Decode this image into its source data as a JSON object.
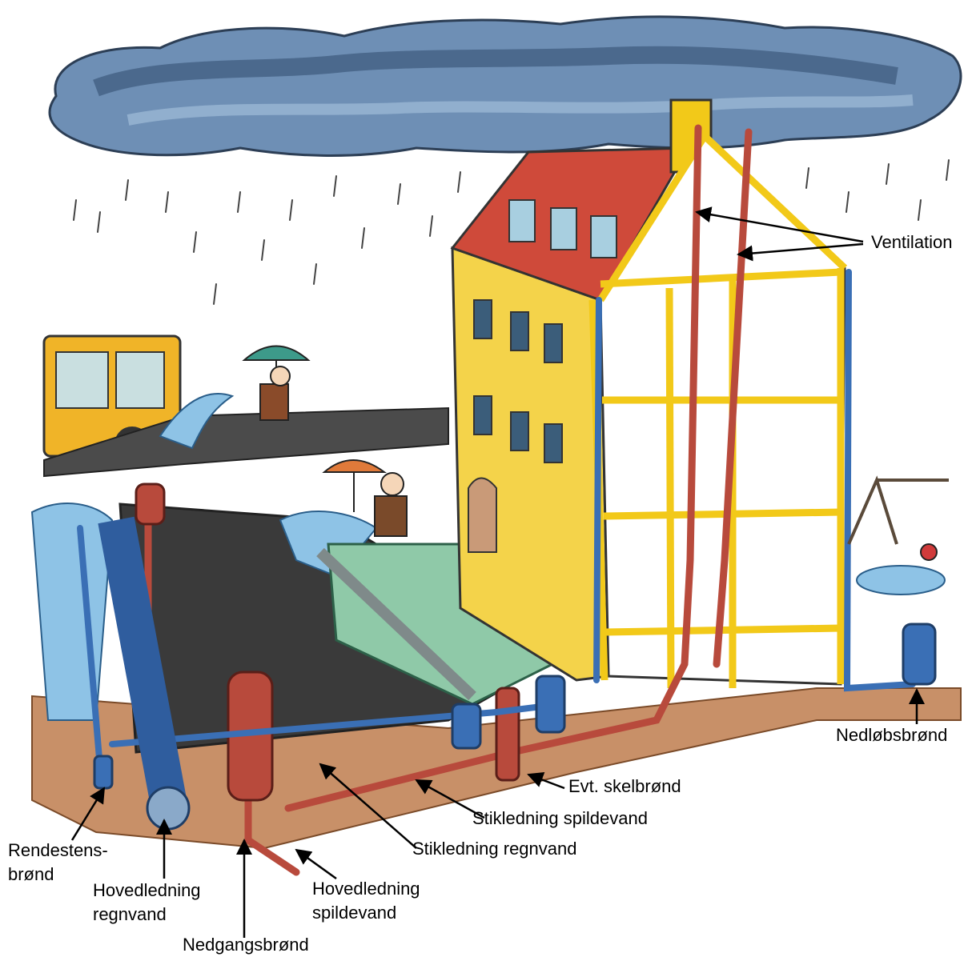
{
  "colors": {
    "sky": "#ffffff",
    "cloud_dark": "#3b5a80",
    "cloud_light": "#8fb1d3",
    "rain": "#555555",
    "house_wall": "#f4d34a",
    "roof": "#cf4a3a",
    "frame": "#f2c919",
    "rain_pipe": "#3a6fb5",
    "waste_pipe": "#b84a3c",
    "ground": "#c89068",
    "road": "#3a3a3a",
    "water": "#8ec3e6",
    "garden": "#8fc9a8",
    "bus": "#f0b428",
    "label_text": "#000000"
  },
  "labels": {
    "ventilation": "Ventilation",
    "nedlobsbrond": "Nedløbsbrønd",
    "evt_skelbrond": "Evt. skelbrønd",
    "stikledning_spildevand": "Stikledning spildevand",
    "stikledning_regnvand": "Stikledning regnvand",
    "rendestens_line1": "Rendestens-",
    "rendestens_line2": "brønd",
    "hovedledning_regnvand_line1": "Hovedledning",
    "hovedledning_regnvand_line2": "regnvand",
    "hovedledning_spildevand_line1": "Hovedledning",
    "hovedledning_spildevand_line2": "spildevand",
    "nedgangsbrond": "Nedgangsbrønd"
  }
}
